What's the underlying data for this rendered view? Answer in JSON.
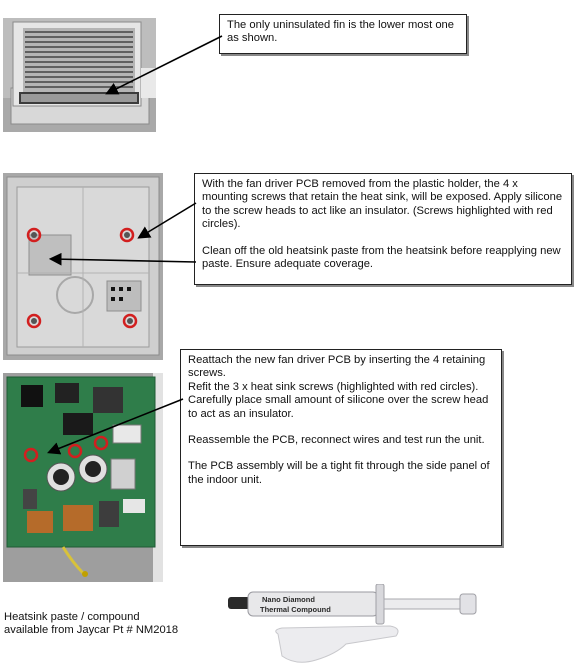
{
  "callout1": {
    "text": "The only uninsulated fin is the lower most one as shown."
  },
  "callout2": {
    "para1": "With the fan driver PCB removed from the plastic holder, the 4 x mounting screws that retain the heat sink, will be exposed. Apply silicone to the screw heads to act like an insulator. (Screws highlighted with red circles).",
    "para2": "Clean off the old heatsink paste from the heatsink before reapplying new paste. Ensure adequate coverage."
  },
  "callout3": {
    "para1a": "Reattach the new fan driver PCB by inserting the 4 retaining screws.",
    "para1b": "Refit the 3 x heat sink screws (highlighted with red circles).",
    "para1c": "Carefully place small amount of silicone over the screw head to act as an insulator.",
    "para2": "Reassemble the PCB, reconnect wires and test run the unit.",
    "para3": "The PCB assembly will be a tight fit through the side panel of the indoor unit."
  },
  "caption": {
    "line1": "Heatsink paste / compound",
    "line2": "available from Jaycar Pt # NM2018"
  },
  "syringe": {
    "label_line1": "Nano Diamond",
    "label_line2": "Thermal Compound"
  },
  "colors": {
    "screw_highlight": "#d21f1f",
    "pcb_green": "#2f7d4a",
    "panel_grey": "#c9c9c9"
  }
}
